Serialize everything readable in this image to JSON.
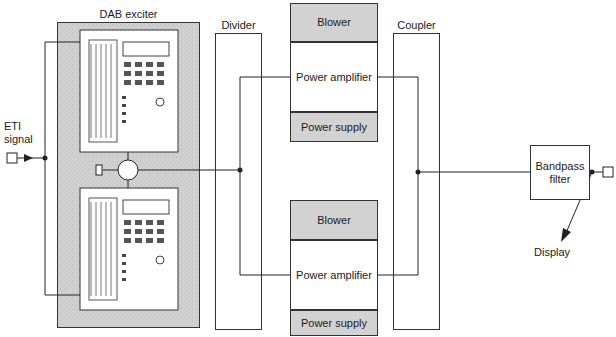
{
  "diagram": {
    "nodes": [
      {
        "text": [
          "DAB exciter"
        ]
      },
      {
        "text": [
          "Divider"
        ]
      },
      {
        "text": [
          "Blower"
        ]
      },
      {
        "text": [
          "Power amplifier"
        ]
      },
      {
        "text": [
          "Power supply"
        ]
      },
      {
        "text": [
          "Blower"
        ]
      },
      {
        "text": [
          "Power amplifier"
        ]
      },
      {
        "text": [
          "Power supply"
        ]
      },
      {
        "text": [
          "Coupler"
        ]
      },
      {
        "text": [
          "Bandpass filter"
        ]
      }
    ],
    "edges": [
      {
        "from": 0,
        "to": 1,
        "arrow": "none"
      },
      {
        "from": 1,
        "to": 3,
        "arrow": "none"
      },
      {
        "from": 1,
        "to": 6,
        "arrow": "none"
      },
      {
        "from": 3,
        "to": 8,
        "arrow": "none"
      },
      {
        "from": 6,
        "to": 8,
        "arrow": "none"
      },
      {
        "from": 8,
        "to": 9,
        "arrow": "none"
      }
    ],
    "labels": [
      "ETI signal",
      "Display"
    ]
  }
}
